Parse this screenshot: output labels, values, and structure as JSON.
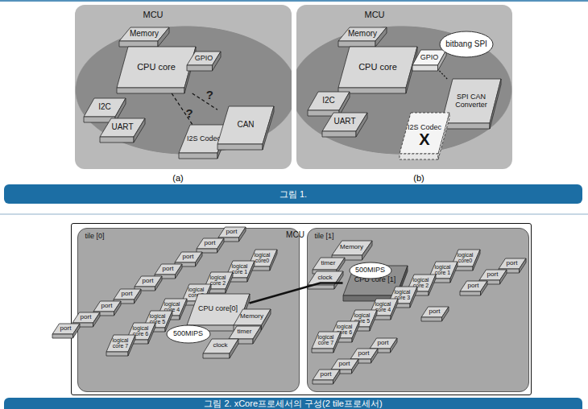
{
  "diagram": {
    "nodes": [
      {
        "text": [
          "MCU"
        ]
      },
      {
        "text": [
          "Memory"
        ],
        "in": 0
      },
      {
        "text": [
          "CPU core"
        ],
        "in": 0
      },
      {
        "text": [
          "GPIO"
        ],
        "in": 0
      },
      {
        "text": [
          "I2C"
        ],
        "in": 0
      },
      {
        "text": [
          "UART"
        ],
        "in": 0
      },
      {
        "text": [
          "I2S Codec"
        ],
        "in": 0
      },
      {
        "text": [
          "CAN"
        ],
        "in": 0
      },
      {
        "text": [
          "MCU"
        ]
      },
      {
        "text": [
          "Memory"
        ],
        "in": 8
      },
      {
        "text": [
          "CPU core"
        ],
        "in": 8
      },
      {
        "text": [
          "GPIO"
        ],
        "in": 8
      },
      {
        "text": [
          "bitbang SPI"
        ],
        "in": 8
      },
      {
        "text": [
          "I2C"
        ],
        "in": 8
      },
      {
        "text": [
          "UART"
        ],
        "in": 8
      },
      {
        "text": [
          "SPI CAN Converter"
        ],
        "in": 8
      },
      {
        "text": [
          "I2S Codec",
          "X"
        ],
        "in": 8
      },
      {
        "text": [
          "그림 1."
        ]
      },
      {
        "text": [
          "MCU"
        ]
      },
      {
        "text": [
          "tile [0]"
        ],
        "in": 18
      },
      {
        "text": [
          "port"
        ],
        "in": 19
      },
      {
        "text": [
          "port"
        ],
        "in": 19
      },
      {
        "text": [
          "port"
        ],
        "in": 19
      },
      {
        "text": [
          "port"
        ],
        "in": 19
      },
      {
        "text": [
          "port"
        ],
        "in": 19
      },
      {
        "text": [
          "port"
        ],
        "in": 19
      },
      {
        "text": [
          "port"
        ],
        "in": 19
      },
      {
        "text": [
          "port"
        ],
        "in": 19
      },
      {
        "text": [
          "port"
        ],
        "in": 19
      },
      {
        "text": [
          "logical core0"
        ],
        "in": 19
      },
      {
        "text": [
          "logical core 1"
        ],
        "in": 19
      },
      {
        "text": [
          "logical core 2"
        ],
        "in": 19
      },
      {
        "text": [
          "logical core 3"
        ],
        "in": 19
      },
      {
        "text": [
          "logical core 4"
        ],
        "in": 19
      },
      {
        "text": [
          "logical core 5"
        ],
        "in": 19
      },
      {
        "text": [
          "logical core 6"
        ],
        "in": 19
      },
      {
        "text": [
          "logical core 7"
        ],
        "in": 19
      },
      {
        "text": [
          "CPU core[0]"
        ],
        "in": 19
      },
      {
        "text": [
          "500MIPS"
        ],
        "in": 19
      },
      {
        "text": [
          "Memory"
        ],
        "in": 19
      },
      {
        "text": [
          "timer"
        ],
        "in": 19
      },
      {
        "text": [
          "clock"
        ],
        "in": 19
      },
      {
        "text": [
          "tile [1]"
        ],
        "in": 18
      },
      {
        "text": [
          "Memory"
        ],
        "in": 42
      },
      {
        "text": [
          "timer"
        ],
        "in": 42
      },
      {
        "text": [
          "clock"
        ],
        "in": 42
      },
      {
        "text": [
          "CPU core [1]"
        ],
        "in": 42
      },
      {
        "text": [
          "500MIPS"
        ],
        "in": 42
      },
      {
        "text": [
          "logical core0"
        ],
        "in": 42
      },
      {
        "text": [
          "logical core 1"
        ],
        "in": 42
      },
      {
        "text": [
          "logical core 2"
        ],
        "in": 42
      },
      {
        "text": [
          "logical core 3"
        ],
        "in": 42
      },
      {
        "text": [
          "logical core 4"
        ],
        "in": 42
      },
      {
        "text": [
          "logical core 5"
        ],
        "in": 42
      },
      {
        "text": [
          "logical core 6"
        ],
        "in": 42
      },
      {
        "text": [
          "logical core 7"
        ],
        "in": 42
      },
      {
        "text": [
          "port"
        ],
        "in": 42
      },
      {
        "text": [
          "port"
        ],
        "in": 42
      },
      {
        "text": [
          "port"
        ],
        "in": 42
      },
      {
        "text": [
          "port"
        ],
        "in": 42
      },
      {
        "text": [
          "port"
        ],
        "in": 42
      },
      {
        "text": [
          "port"
        ],
        "in": 42
      },
      {
        "text": [
          "port"
        ],
        "in": 42
      },
      {
        "text": [
          "port"
        ],
        "in": 42
      },
      {
        "text": [
          "그림 2. xCore프로세서의 구성(2 tile프로세서)"
        ]
      }
    ],
    "edges": [
      {
        "from": 2,
        "to": 7,
        "label": "?",
        "arrow": "none"
      },
      {
        "from": 2,
        "to": 6,
        "label": "?",
        "arrow": "none"
      },
      {
        "from": 11,
        "to": 15,
        "arrow": "none"
      },
      {
        "from": 37,
        "to": 46,
        "arrow": "none"
      }
    ],
    "labels": [
      "(a)",
      "(b)"
    ]
  }
}
